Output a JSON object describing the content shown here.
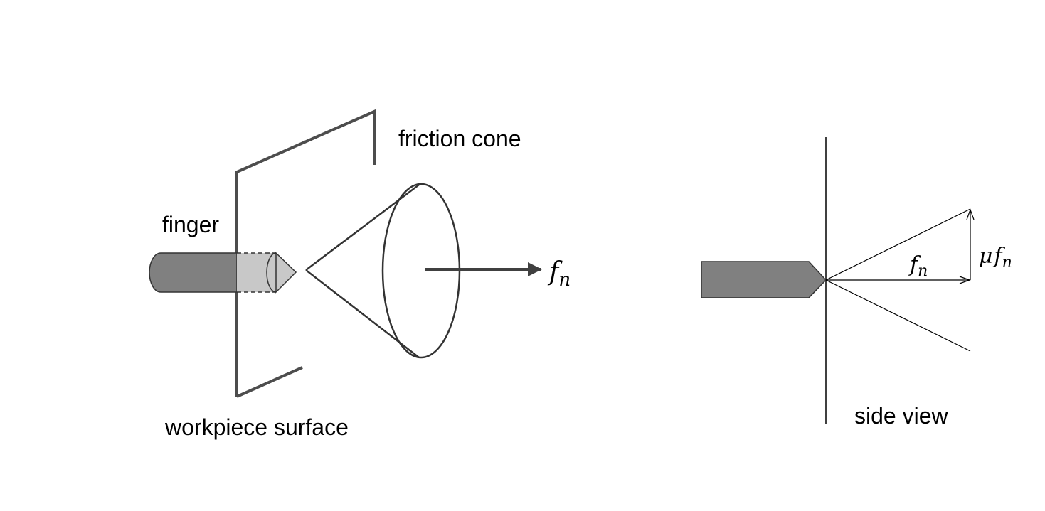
{
  "labels": {
    "friction_cone": "friction cone",
    "finger": "finger",
    "workpiece_surface": "workpiece surface",
    "side_view": "side view"
  },
  "math": {
    "fn_main": {
      "base": "f",
      "sub": "n"
    },
    "fn_side": {
      "base": "f",
      "sub": "n"
    },
    "mu_fn": {
      "prefix": "μ",
      "base": "f",
      "sub": "n"
    }
  },
  "colors": {
    "finger_dark": "#808080",
    "finger_light": "#c8c8c8",
    "stroke_dark": "#4d4d4d",
    "line_black": "#000000"
  }
}
